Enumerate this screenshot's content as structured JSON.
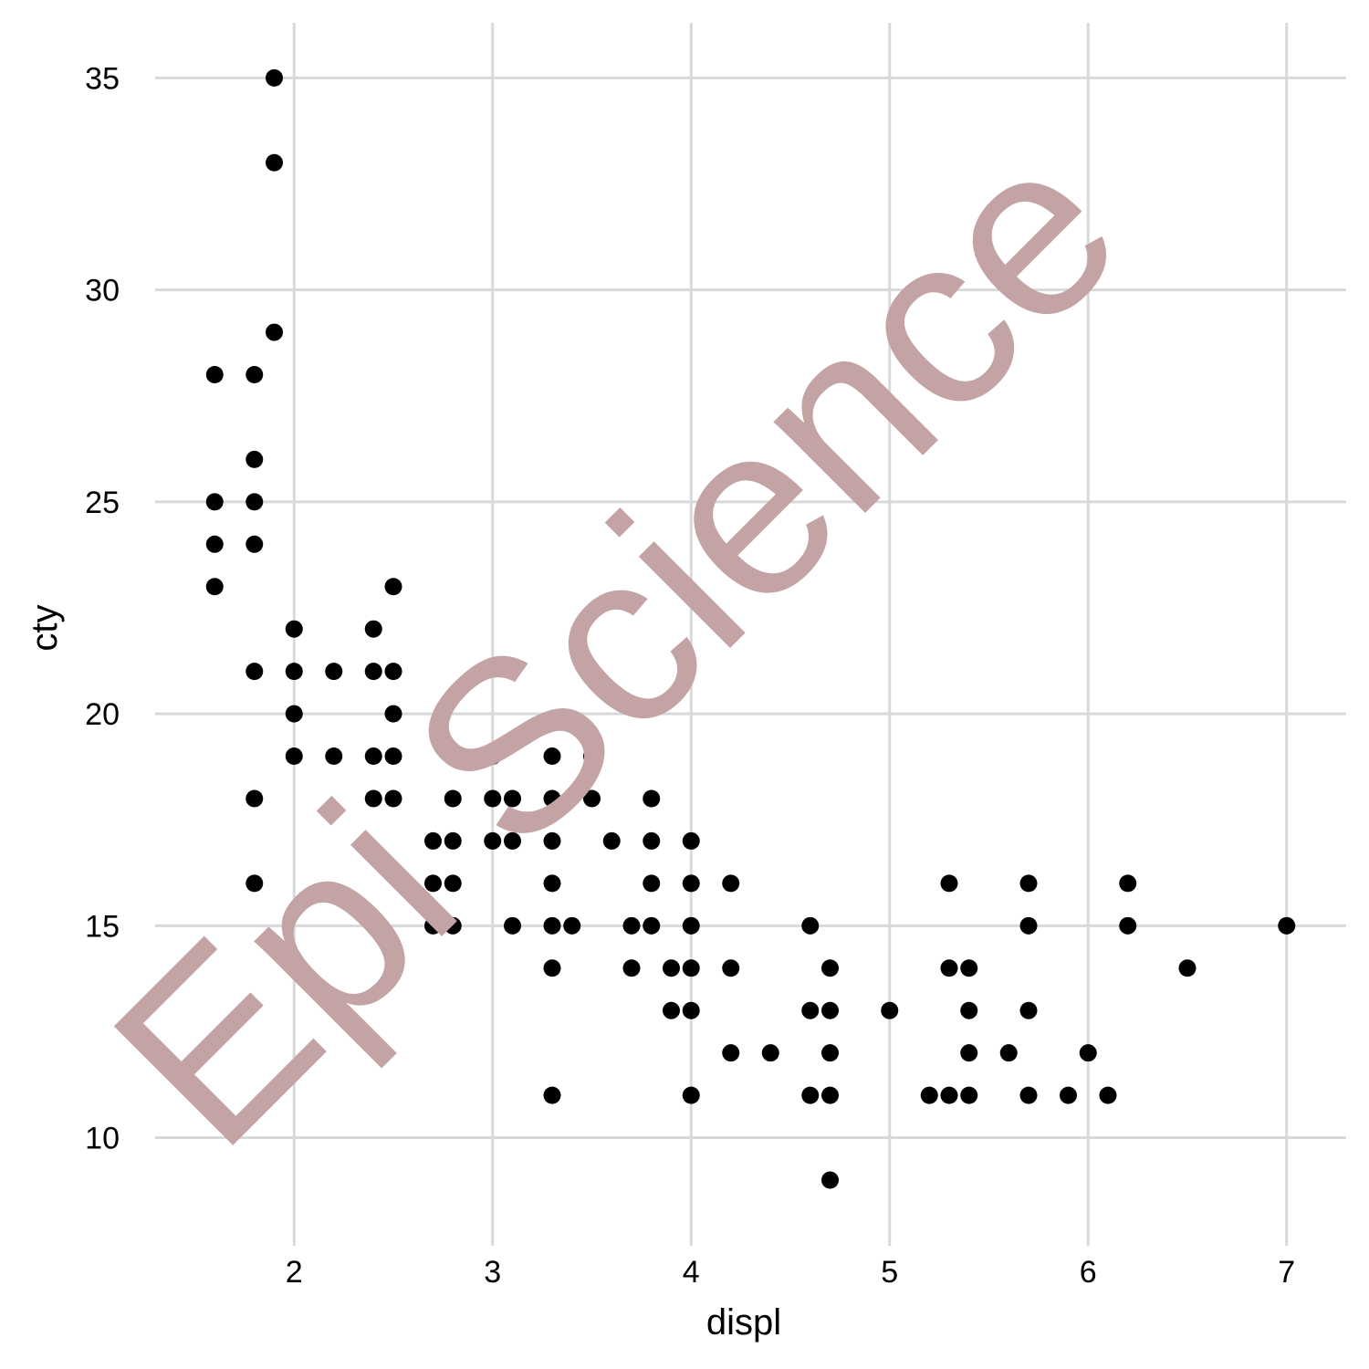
{
  "chart_data": {
    "type": "scatter",
    "title": "",
    "xlabel": "displ",
    "ylabel": "cty",
    "xlim": [
      1.3,
      7.3
    ],
    "ylim": [
      7.45,
      36.3
    ],
    "x_ticks": [
      2,
      3,
      4,
      5,
      6,
      7
    ],
    "y_ticks": [
      10,
      15,
      20,
      25,
      30,
      35
    ],
    "x_tick_labels": [
      "2",
      "3",
      "4",
      "5",
      "6",
      "7"
    ],
    "y_tick_labels": [
      "10",
      "15",
      "20",
      "25",
      "30",
      "35"
    ],
    "grid": true,
    "legend": "none",
    "series": [
      {
        "color": "#000000",
        "points": [
          [
            1.6,
            28
          ],
          [
            1.6,
            25
          ],
          [
            1.6,
            24
          ],
          [
            1.6,
            23
          ],
          [
            1.8,
            28
          ],
          [
            1.8,
            26
          ],
          [
            1.8,
            25
          ],
          [
            1.8,
            24
          ],
          [
            1.8,
            21
          ],
          [
            1.8,
            18
          ],
          [
            1.8,
            16
          ],
          [
            1.9,
            35
          ],
          [
            1.9,
            33
          ],
          [
            1.9,
            29
          ],
          [
            2.0,
            22
          ],
          [
            2.0,
            21
          ],
          [
            2.0,
            20
          ],
          [
            2.0,
            19
          ],
          [
            2.2,
            21
          ],
          [
            2.2,
            19
          ],
          [
            2.4,
            22
          ],
          [
            2.4,
            21
          ],
          [
            2.4,
            19
          ],
          [
            2.4,
            18
          ],
          [
            2.5,
            23
          ],
          [
            2.5,
            21
          ],
          [
            2.5,
            20
          ],
          [
            2.5,
            19
          ],
          [
            2.5,
            18
          ],
          [
            2.7,
            17
          ],
          [
            2.7,
            16
          ],
          [
            2.7,
            15
          ],
          [
            2.8,
            18
          ],
          [
            2.8,
            17
          ],
          [
            2.8,
            16
          ],
          [
            2.8,
            15
          ],
          [
            3.0,
            19
          ],
          [
            3.0,
            18
          ],
          [
            3.0,
            17
          ],
          [
            3.1,
            18
          ],
          [
            3.1,
            17
          ],
          [
            3.1,
            15
          ],
          [
            3.3,
            19
          ],
          [
            3.3,
            18
          ],
          [
            3.3,
            17
          ],
          [
            3.3,
            16
          ],
          [
            3.3,
            15
          ],
          [
            3.3,
            14
          ],
          [
            3.3,
            11
          ],
          [
            3.4,
            15
          ],
          [
            3.5,
            19
          ],
          [
            3.5,
            18
          ],
          [
            3.6,
            17
          ],
          [
            3.7,
            15
          ],
          [
            3.7,
            14
          ],
          [
            3.8,
            18
          ],
          [
            3.8,
            17
          ],
          [
            3.8,
            16
          ],
          [
            3.8,
            15
          ],
          [
            3.9,
            14
          ],
          [
            3.9,
            13
          ],
          [
            4.0,
            17
          ],
          [
            4.0,
            16
          ],
          [
            4.0,
            15
          ],
          [
            4.0,
            14
          ],
          [
            4.0,
            13
          ],
          [
            4.0,
            11
          ],
          [
            4.2,
            16
          ],
          [
            4.2,
            14
          ],
          [
            4.2,
            12
          ],
          [
            4.4,
            12
          ],
          [
            4.6,
            15
          ],
          [
            4.6,
            13
          ],
          [
            4.6,
            11
          ],
          [
            4.7,
            14
          ],
          [
            4.7,
            13
          ],
          [
            4.7,
            12
          ],
          [
            4.7,
            11
          ],
          [
            4.7,
            9
          ],
          [
            5.0,
            13
          ],
          [
            5.2,
            11
          ],
          [
            5.3,
            16
          ],
          [
            5.3,
            14
          ],
          [
            5.3,
            11
          ],
          [
            5.4,
            14
          ],
          [
            5.4,
            13
          ],
          [
            5.4,
            12
          ],
          [
            5.4,
            11
          ],
          [
            5.6,
            12
          ],
          [
            5.7,
            16
          ],
          [
            5.7,
            15
          ],
          [
            5.7,
            13
          ],
          [
            5.7,
            11
          ],
          [
            5.9,
            11
          ],
          [
            6.0,
            12
          ],
          [
            6.1,
            11
          ],
          [
            6.2,
            16
          ],
          [
            6.2,
            15
          ],
          [
            6.5,
            14
          ],
          [
            7.0,
            15
          ]
        ]
      }
    ]
  },
  "watermark": {
    "text": "Epi Science",
    "color": "#c4a3a4"
  }
}
